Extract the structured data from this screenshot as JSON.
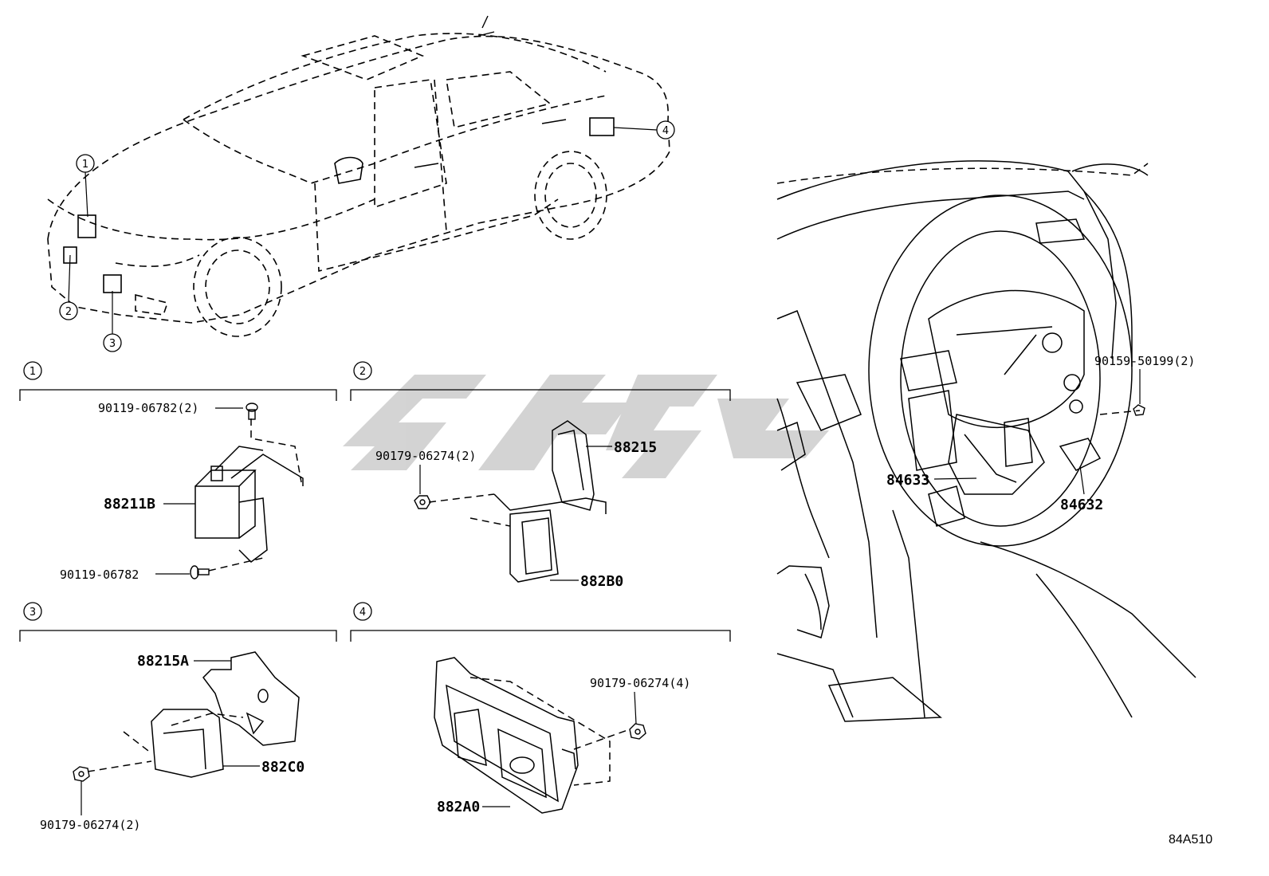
{
  "figure_code": "84A510",
  "watermark": {
    "color": "#cfcfcf"
  },
  "callouts": [
    {
      "num": "1"
    },
    {
      "num": "2"
    },
    {
      "num": "3"
    },
    {
      "num": "4"
    }
  ],
  "sections": [
    {
      "num": "1",
      "labels": [
        "90119-06782(2)",
        "88211B",
        "90119-06782"
      ]
    },
    {
      "num": "2",
      "labels": [
        "90179-06274(2)",
        "88215",
        "882B0"
      ]
    },
    {
      "num": "3",
      "labels": [
        "88215A",
        "882C0",
        "90179-06274(2)"
      ]
    },
    {
      "num": "4",
      "labels": [
        "90179-06274(4)",
        "882A0"
      ]
    }
  ],
  "dashboard_labels": [
    "90159-50199(2)",
    "84633",
    "84632"
  ]
}
